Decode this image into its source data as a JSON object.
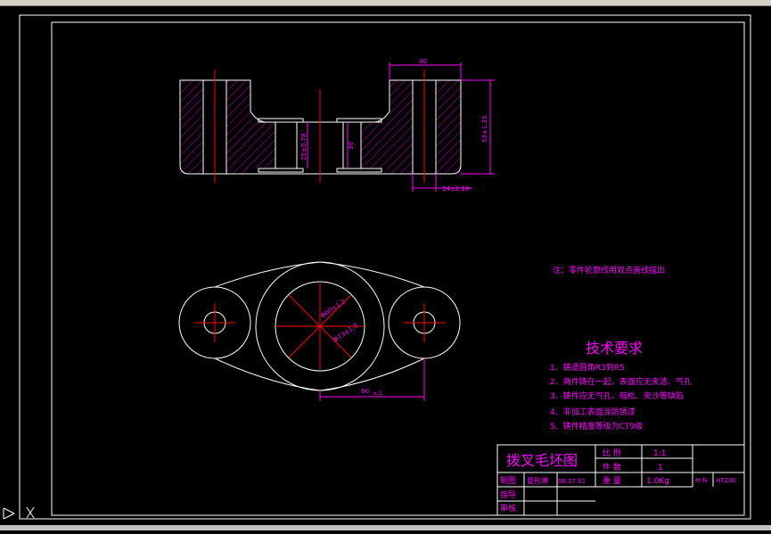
{
  "drawing": {
    "title": "拨叉毛坯图",
    "note": "注：零件轮廓线用双点画线描出",
    "tech_heading": "技术要求",
    "tech_items": [
      "1、铸造圆角R3到R5",
      "2、两件铸在一起，表面应无夹渣、气孔",
      "3、铸件应无气孔、缩松、夹沙等缺陷",
      "4、非加工表面涂防锈漆",
      "5、铸件精度等级为CT9级"
    ],
    "dimensions": {
      "top_width": "40",
      "right_height": "53±1.35",
      "bottom_right": "14±2.18",
      "inner_height": "25±0.78",
      "bore_height": "30",
      "dia_inner": "Φ60±1.2",
      "dia_outer": "Φ73±1.3",
      "center_dist": "60",
      "center_dist_tol": "±.2"
    }
  },
  "title_block": {
    "ratio_label": "比 例",
    "ratio_value": "1:1",
    "qty_label": "件 数",
    "qty_value": "1",
    "weight_label": "重 量",
    "weight_value": "1.0Kg",
    "material_label": "材 料",
    "material_value": "HT200",
    "drawn_label": "制图",
    "drawn_name": "夏彤博",
    "drawn_date": "08.07.01",
    "guide_label": "指导",
    "review_label": "审核"
  },
  "colors": {
    "outline": "#ffffff",
    "hatch": "#c000c0",
    "centerline": "#ff0000",
    "dimension": "#ff00ff",
    "text": "#ff00ff"
  }
}
